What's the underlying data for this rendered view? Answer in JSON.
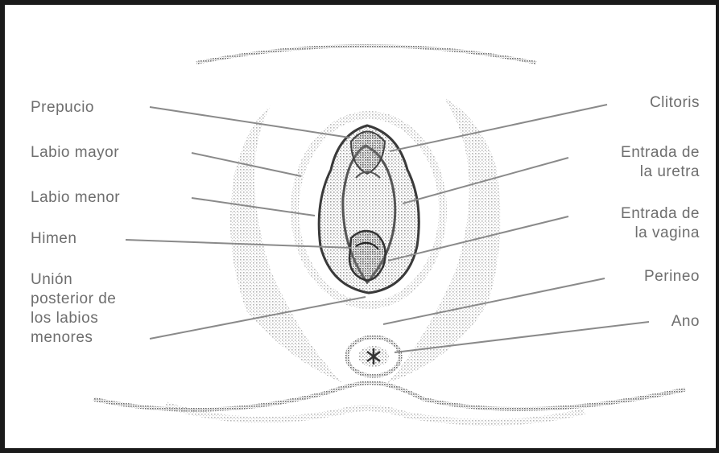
{
  "labels": {
    "left": {
      "prepucio": "Prepucio",
      "labio_mayor": "Labio mayor",
      "labio_menor": "Labio menor",
      "himen": "Himen",
      "union_posterior": "Unión\nposterior de\nlos labios\nmenores"
    },
    "right": {
      "clitoris": "Clitoris",
      "entrada_uretra": "Entrada de\nla uretra",
      "entrada_vagina": "Entrada de\nla vagina",
      "perineo": "Perineo",
      "ano": "Ano"
    }
  },
  "colors": {
    "frame": "#1a1a1a",
    "label_text": "#6e6e6e",
    "leader_line": "#8a8a8a",
    "stipple": "#b5b5b5",
    "outline_dark": "#3a3a3a"
  }
}
